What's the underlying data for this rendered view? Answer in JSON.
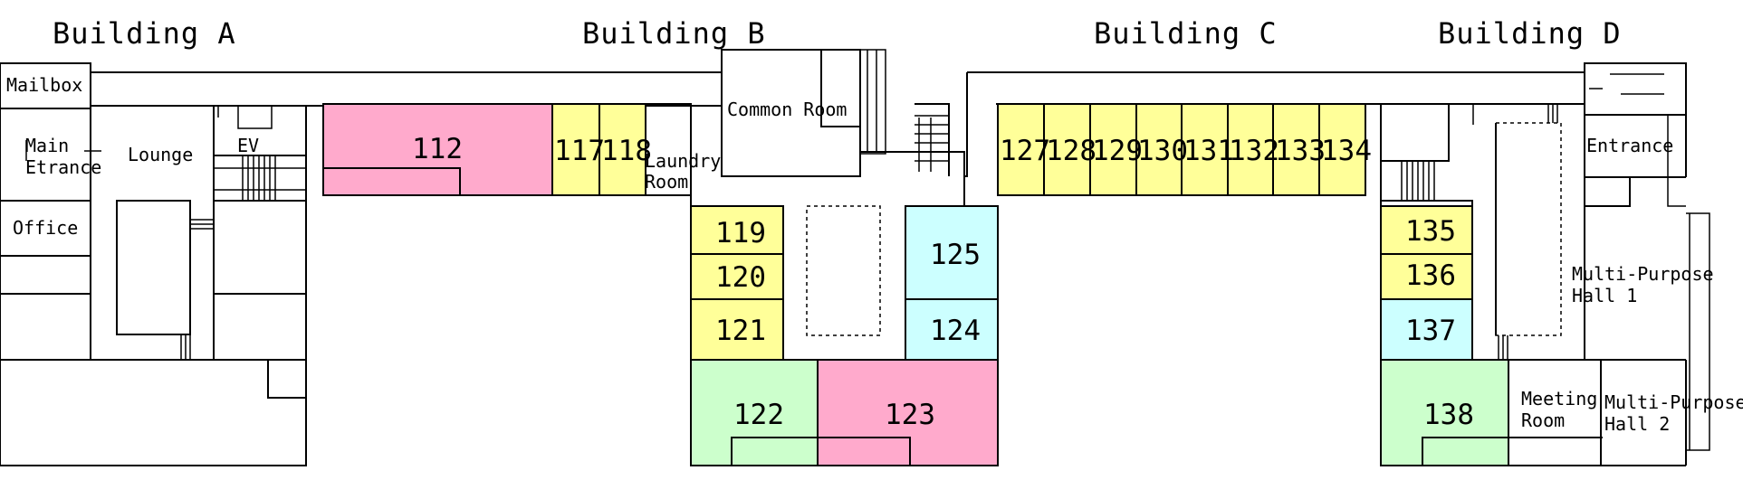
{
  "buildings": {
    "a": "Building A",
    "b": "Building B",
    "c": "Building C",
    "d": "Building D"
  },
  "colors": {
    "yellow": "#ffff99",
    "pink": "#ffaacc",
    "cyan": "#ccffff",
    "green": "#ccffcc"
  },
  "rooms": {
    "r112": "112",
    "r117": "117",
    "r118": "118",
    "r119": "119",
    "r120": "120",
    "r121": "121",
    "r122": "122",
    "r123": "123",
    "r124": "124",
    "r125": "125",
    "r127": "127",
    "r128": "128",
    "r129": "129",
    "r130": "130",
    "r131": "131",
    "r132": "132",
    "r133": "133",
    "r134": "134",
    "r135": "135",
    "r136": "136",
    "r137": "137",
    "r138": "138"
  },
  "labels": {
    "mailbox": "Mailbox",
    "main_entrance_1": "Main",
    "main_entrance_2": "Etrance",
    "lounge": "Lounge",
    "ev": "EV",
    "office": "Office",
    "laundry_1": "Laundry",
    "laundry_2": "Room",
    "common_room": "Common Room",
    "entrance": "Entrance",
    "mph1_1": "Multi-Purpose",
    "mph1_2": "Hall 1",
    "meeting_1": "Meeting",
    "meeting_2": "Room",
    "mph2_1": "Multi-Purpose",
    "mph2_2": "Hall 2"
  }
}
